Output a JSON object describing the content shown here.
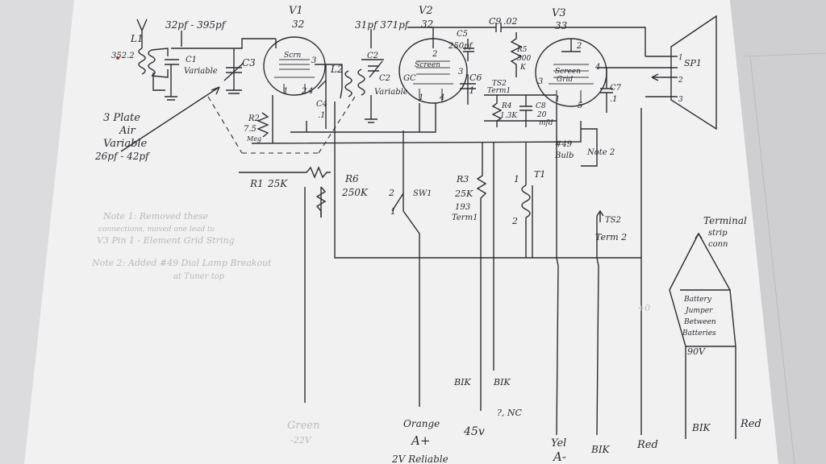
{
  "tubes": {
    "v1": {
      "name": "V1",
      "type": "32",
      "screen": "Scrn",
      "pins": [
        "1",
        "2",
        "3",
        "4"
      ]
    },
    "v2": {
      "name": "V2",
      "type": "32",
      "screen": "Screen",
      "grid": "GC",
      "pins": [
        "1",
        "2",
        "3",
        "4"
      ]
    },
    "v3": {
      "name": "V3",
      "type": "33",
      "screen": "Screen",
      "grid": "Grid",
      "pins": [
        "1",
        "2",
        "3",
        "4",
        "5"
      ]
    }
  },
  "tuning": {
    "l1": "L1",
    "l1_value": "352.2",
    "c1": "C1",
    "c1_variable": "Variable",
    "c1_range": "32pf - 395pf",
    "c3": "C3",
    "note": [
      "3 Plate",
      "Air",
      "Variable",
      "26pf - 42pf"
    ]
  },
  "stage2": {
    "l2": "L2",
    "c2": "C2",
    "c2_variable": "Variable",
    "c2_range": "31pf 371pf",
    "c2_top": "C2"
  },
  "parts": {
    "c4": [
      "C4",
      ".1"
    ],
    "c5": [
      "C5",
      "250pf"
    ],
    "c6": [
      "C6",
      ".1"
    ],
    "c9": [
      "C9",
      ".02"
    ],
    "r5": [
      "R5",
      "500",
      "K"
    ],
    "r4": [
      "R4",
      "1.3K"
    ],
    "c8": [
      "C8",
      "20",
      "mfd"
    ],
    "c7": [
      "C7",
      ".1"
    ],
    "r2": [
      "R2",
      "7.5",
      "Meg"
    ],
    "r1": [
      "R1",
      "25K"
    ],
    "r6": [
      "R6",
      "250K"
    ],
    "r3": [
      "R3",
      "25K",
      "193"
    ],
    "term1": "Term1",
    "ts2": "TS2",
    "ts2_top": "TS2",
    "term_top": "Term1",
    "t1": "T1",
    "t1_pins": [
      "1",
      "2"
    ],
    "sw1": "SW1",
    "sw1_pins": [
      "2",
      "1"
    ],
    "bulb": [
      "#49",
      "Bulb"
    ],
    "note2": "Note 2",
    "ts2_term": [
      "TS2",
      "Term 2"
    ]
  },
  "speaker": {
    "name": "SP1",
    "pins": [
      "1",
      "2",
      "3"
    ]
  },
  "terminal": {
    "title": [
      "Terminal",
      "strip",
      "conn"
    ],
    "jumper": [
      "Battery",
      "Jumper",
      "Between",
      "Batteries",
      "90V"
    ],
    "pins": [
      "BIK",
      "Red"
    ]
  },
  "notes": {
    "note1": [
      "Note 1: Removed these",
      "connections, moved one lead to",
      "V3 Pin 1 - Element Grid String"
    ],
    "note2": [
      "Note 2: Added #49 Dial Lamp Breakout",
      "at Tuner top"
    ]
  },
  "wires": {
    "green": [
      "Green",
      "-22V"
    ],
    "orange": [
      "Orange",
      "A+"
    ],
    "a_plus_note": "2V Reliable",
    "blk1": "BIK",
    "blk2": "BIK",
    "v45": "45v",
    "nc": "?, NC",
    "yel": [
      "Yel",
      "A-"
    ],
    "blk3": "BIK",
    "red": "Red",
    "plus": "+0"
  }
}
